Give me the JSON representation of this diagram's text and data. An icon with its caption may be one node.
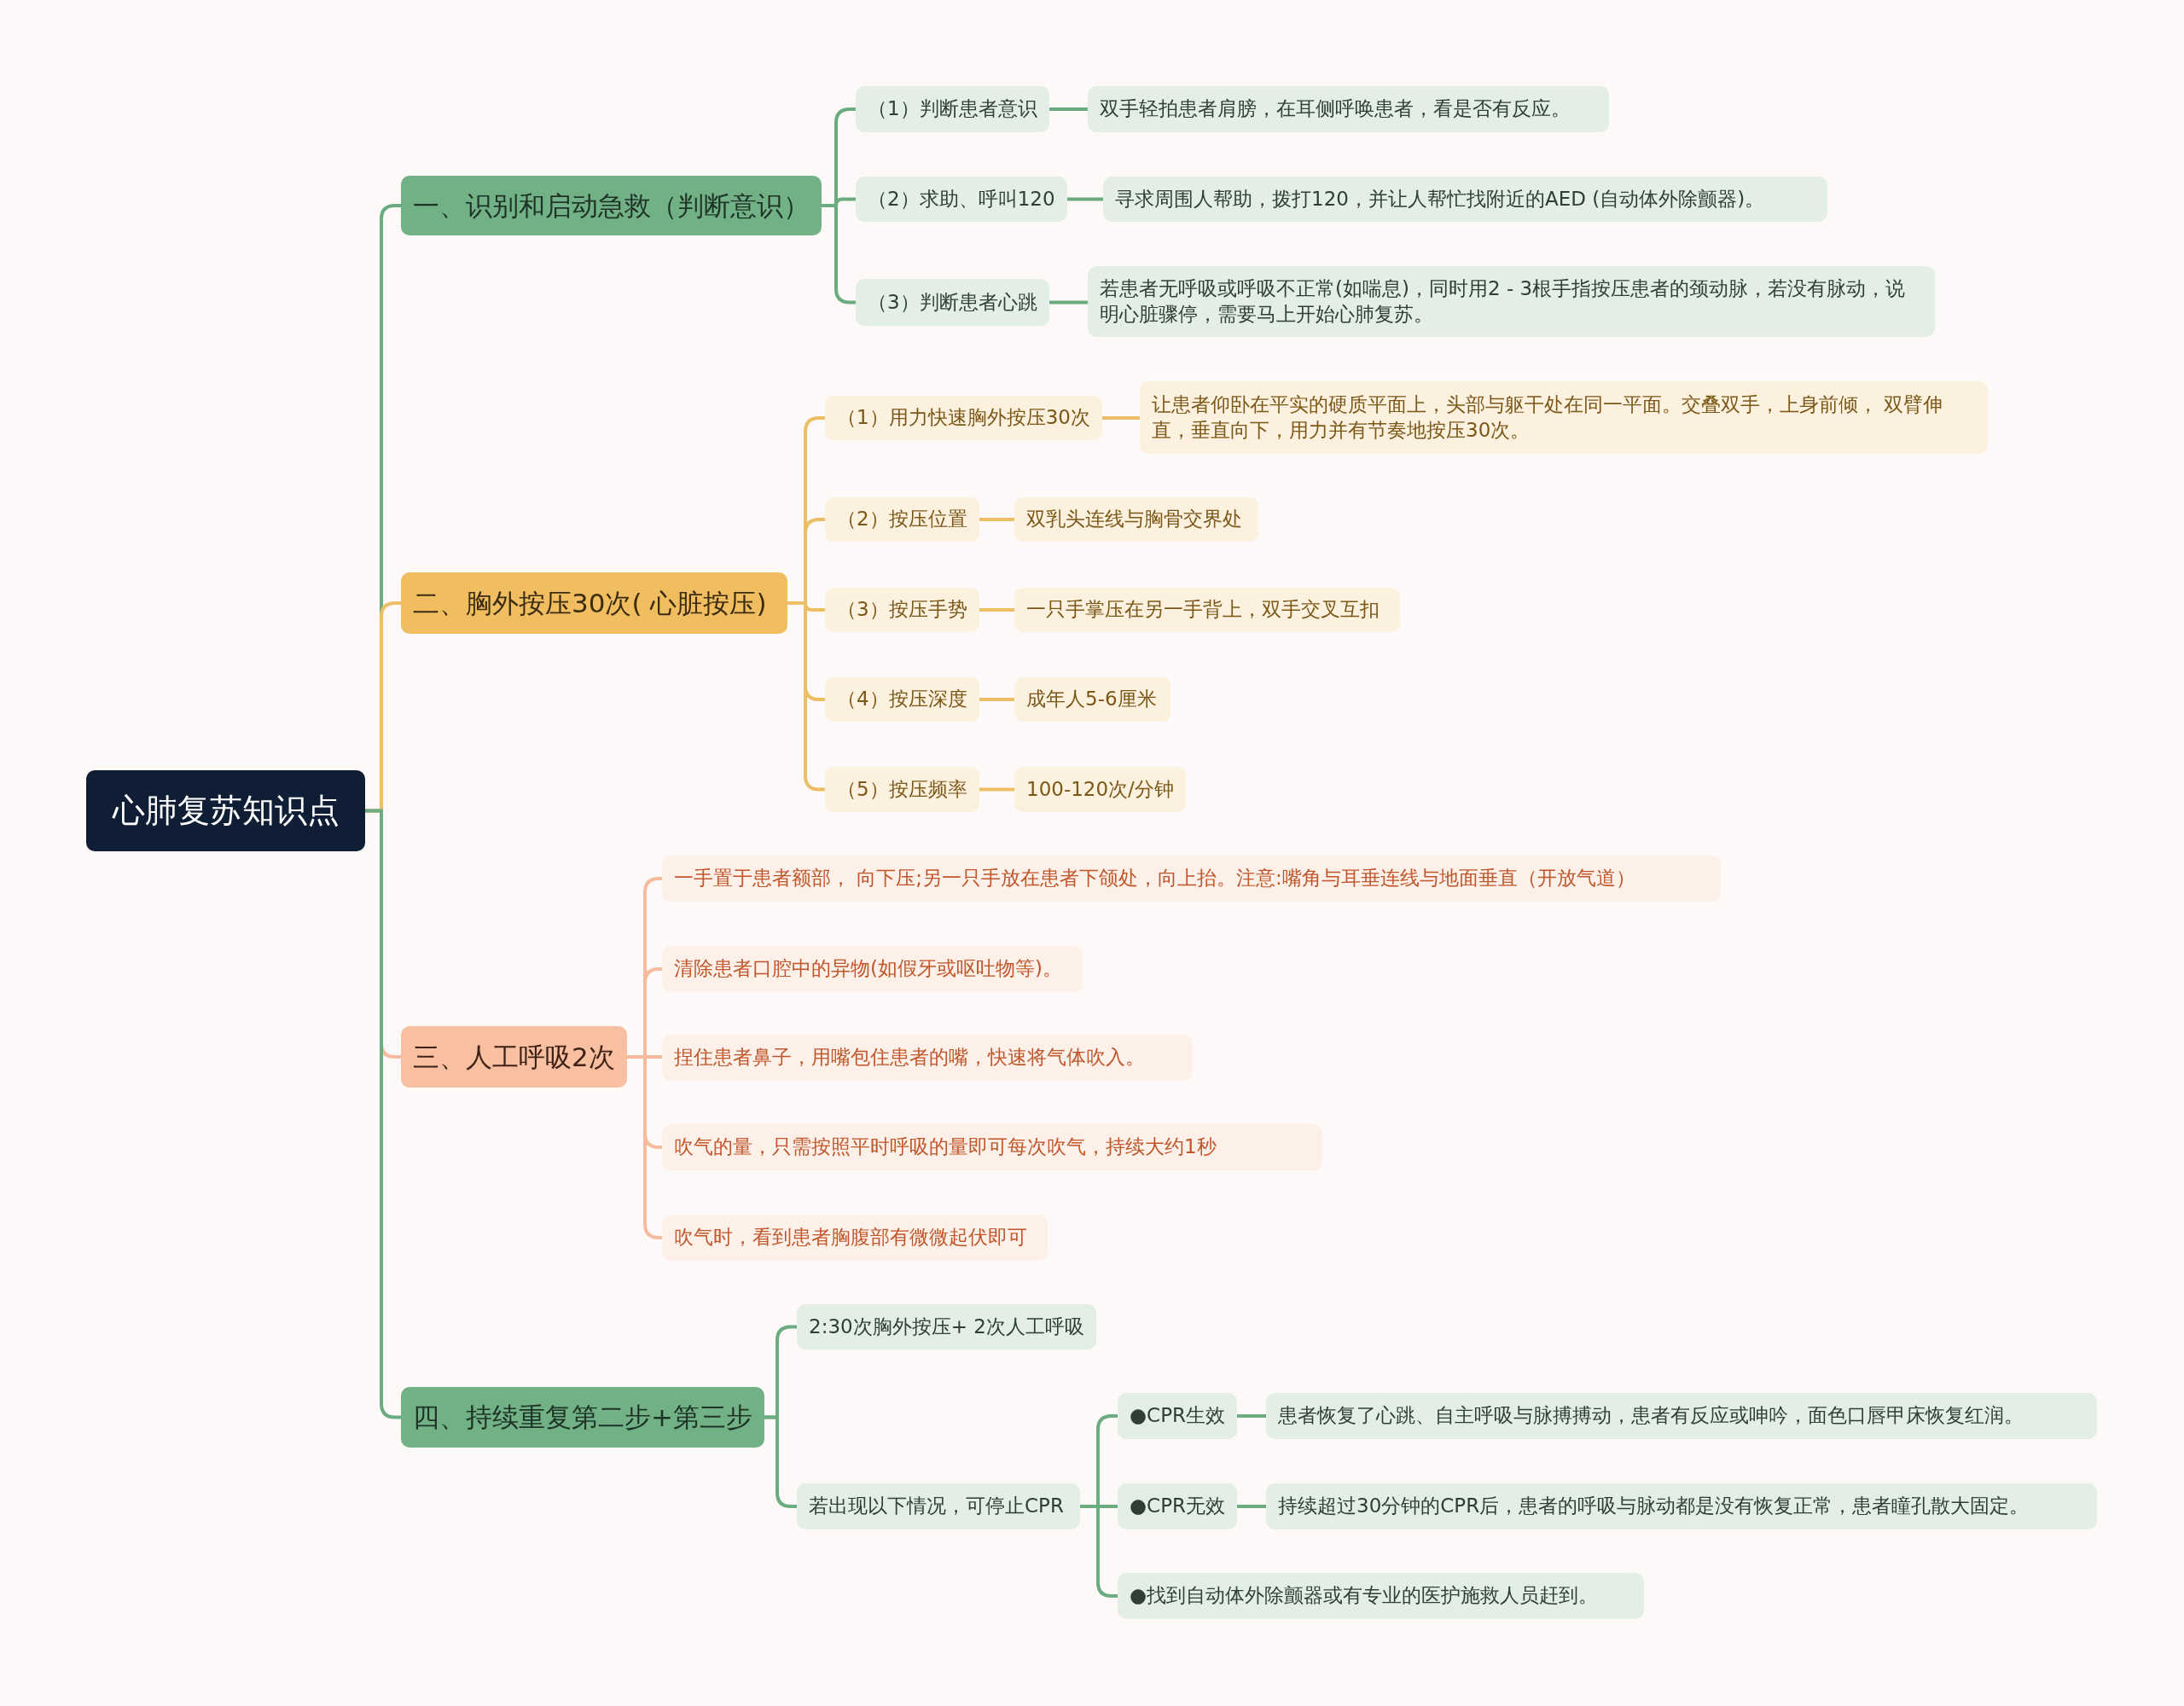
{
  "diagram": {
    "nodes": [
      {
        "text": [
          "心肺复苏知识点"
        ]
      },
      {
        "text": [
          "一、识别和启动急救（判断意识）"
        ]
      },
      {
        "text": [
          "（1）判断患者意识"
        ]
      },
      {
        "text": [
          "双手轻拍患者肩膀，在耳侧呼唤患者，看是否有反应。"
        ]
      },
      {
        "text": [
          "（2）求助、呼叫120"
        ]
      },
      {
        "text": [
          "寻求周围人帮助，拨打120，并让人帮忙找附近的AED (自动体外除颤器)。"
        ]
      },
      {
        "text": [
          "（3）判断患者心跳"
        ]
      },
      {
        "text": [
          "若患者无呼吸或呼吸不正常(如喘息)，同时用2 - 3根手指按压患者的颈动脉，若没有脉动，说明心脏骤停，需要马上开始心肺复苏。"
        ]
      },
      {
        "text": [
          "二、胸外按压30次( 心脏按压)"
        ]
      },
      {
        "text": [
          "（1）用力快速胸外按压30次"
        ]
      },
      {
        "text": [
          "让患者仰卧在平实的硬质平面上，头部与躯干处在同一平面。交叠双手，上身前倾， 双臂伸直，垂直向下，用力并有节奏地按压30次。"
        ]
      },
      {
        "text": [
          "（2）按压位置"
        ]
      },
      {
        "text": [
          "双乳头连线与胸骨交界处"
        ]
      },
      {
        "text": [
          "（3）按压手势"
        ]
      },
      {
        "text": [
          "一只手掌压在另一手背上，双手交叉互扣"
        ]
      },
      {
        "text": [
          "（4）按压深度"
        ]
      },
      {
        "text": [
          "成年人5-6厘米"
        ]
      },
      {
        "text": [
          "（5）按压频率"
        ]
      },
      {
        "text": [
          "100-120次/分钟"
        ]
      },
      {
        "text": [
          "三、人工呼吸2次"
        ]
      },
      {
        "text": [
          "一手置于患者额部， 向下压;另一只手放在患者下颌处，向上抬。注意:嘴角与耳垂连线与地面垂直（开放气道）"
        ]
      },
      {
        "text": [
          "清除患者口腔中的异物(如假牙或呕吐物等)。"
        ]
      },
      {
        "text": [
          "捏住患者鼻子，用嘴包住患者的嘴，快速将气体吹入。"
        ]
      },
      {
        "text": [
          "吹气的量，只需按照平时呼吸的量即可每次吹气，持续大约1秒"
        ]
      },
      {
        "text": [
          "吹气时，看到患者胸腹部有微微起伏即可"
        ]
      },
      {
        "text": [
          "四、持续重复第二步+第三步"
        ]
      },
      {
        "text": [
          "2:30次胸外按压+ 2次人工呼吸"
        ]
      },
      {
        "text": [
          "若出现以下情况，可停止CPR"
        ]
      },
      {
        "text": [
          "●CPR生效"
        ]
      },
      {
        "text": [
          "患者恢复了心跳、自主呼吸与脉搏搏动，患者有反应或呻吟，面色口唇甲床恢复红润。"
        ]
      },
      {
        "text": [
          "●CPR无效"
        ]
      },
      {
        "text": [
          "持续超过30分钟的CPR后，患者的呼吸与脉动都是没有恢复正常，患者瞳孔散大固定。"
        ]
      },
      {
        "text": [
          "●找到自动体外除颤器或有专业的医护施救人员赶到。"
        ]
      }
    ],
    "edges": [
      {
        "from": 0,
        "to": 1,
        "arrow": "none"
      },
      {
        "from": 0,
        "to": 8,
        "arrow": "none",
        "color": "#ecbf66"
      },
      {
        "from": 0,
        "to": 19,
        "arrow": "none",
        "color": "#f6bb9c"
      },
      {
        "from": 0,
        "to": 25,
        "arrow": "none"
      },
      {
        "from": 1,
        "to": 2,
        "arrow": "none"
      },
      {
        "from": 2,
        "to": 3,
        "arrow": "none"
      },
      {
        "from": 1,
        "to": 4,
        "arrow": "none"
      },
      {
        "from": 4,
        "to": 5,
        "arrow": "none"
      },
      {
        "from": 1,
        "to": 6,
        "arrow": "none"
      },
      {
        "from": 6,
        "to": 7,
        "arrow": "none"
      },
      {
        "from": 8,
        "to": 9,
        "arrow": "none",
        "color": "#ecbf66"
      },
      {
        "from": 9,
        "to": 10,
        "arrow": "none",
        "color": "#ecbf66"
      },
      {
        "from": 8,
        "to": 11,
        "arrow": "none",
        "color": "#ecbf66"
      },
      {
        "from": 11,
        "to": 12,
        "arrow": "none",
        "color": "#ecbf66"
      },
      {
        "from": 8,
        "to": 13,
        "arrow": "none",
        "color": "#ecbf66"
      },
      {
        "from": 13,
        "to": 14,
        "arrow": "none",
        "color": "#ecbf66"
      },
      {
        "from": 8,
        "to": 15,
        "arrow": "none",
        "color": "#ecbf66"
      },
      {
        "from": 15,
        "to": 16,
        "arrow": "none",
        "color": "#ecbf66"
      },
      {
        "from": 8,
        "to": 17,
        "arrow": "none",
        "color": "#ecbf66"
      },
      {
        "from": 17,
        "to": 18,
        "arrow": "none",
        "color": "#ecbf66"
      },
      {
        "from": 19,
        "to": 20,
        "arrow": "none",
        "color": "#f6bb9c"
      },
      {
        "from": 19,
        "to": 21,
        "arrow": "none",
        "color": "#f6bb9c"
      },
      {
        "from": 19,
        "to": 22,
        "arrow": "none",
        "color": "#f6bb9c"
      },
      {
        "from": 19,
        "to": 23,
        "arrow": "none",
        "color": "#f6bb9c"
      },
      {
        "from": 19,
        "to": 24,
        "arrow": "none",
        "color": "#f6bb9c"
      },
      {
        "from": 25,
        "to": 26,
        "arrow": "none"
      },
      {
        "from": 25,
        "to": 27,
        "arrow": "none"
      },
      {
        "from": 27,
        "to": 28,
        "arrow": "none"
      },
      {
        "from": 28,
        "to": 29,
        "arrow": "none"
      },
      {
        "from": 27,
        "to": 30,
        "arrow": "none"
      },
      {
        "from": 30,
        "to": 31,
        "arrow": "none"
      },
      {
        "from": 27,
        "to": 32,
        "arrow": "none"
      }
    ]
  }
}
